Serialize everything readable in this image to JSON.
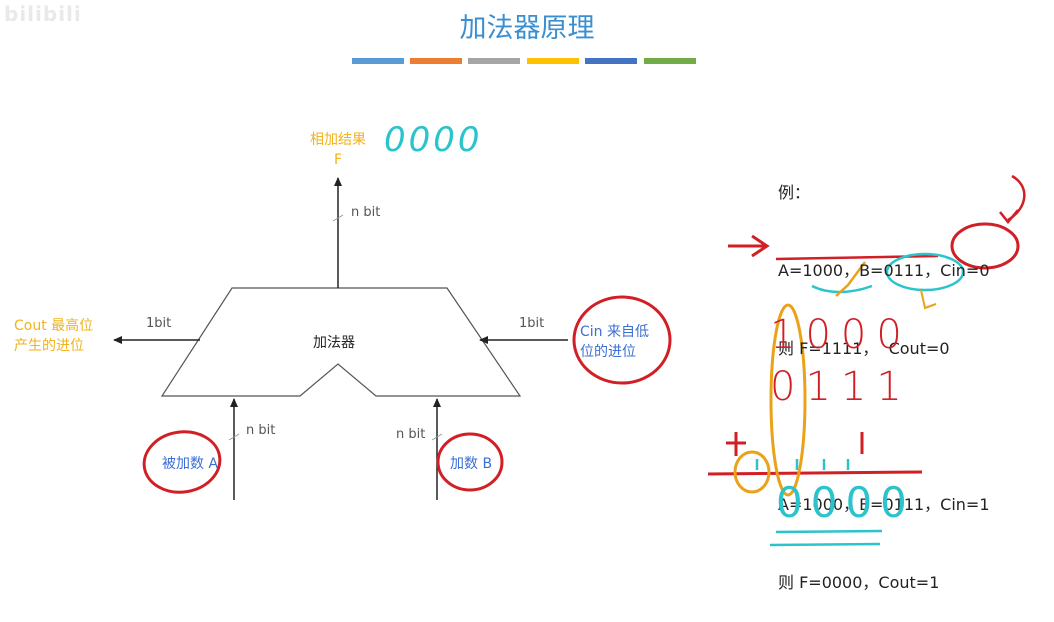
{
  "header": {
    "watermark": "bilibili",
    "title": "加法器原理",
    "bar_colors": [
      "#5b9bd5",
      "#ed7d31",
      "#a5a5a5",
      "#ffc000",
      "#4472c4",
      "#70ad47"
    ]
  },
  "diagram": {
    "block_label": "加法器",
    "output_label_line1": "相加结果",
    "output_label_line2": "F",
    "output_bus": "n bit",
    "left_label_line1": "Cout 最高位",
    "left_label_line2": "产生的进位",
    "left_bus": "1bit",
    "right_label_line1": "Cin 来自低",
    "right_label_line2": "位的进位",
    "right_bus": "1bit",
    "input_a_label": "被加数 A",
    "input_a_bus": "n bit",
    "input_b_label": "加数 B",
    "input_b_bus": "n bit"
  },
  "example": {
    "heading": "例：",
    "line1": "A=1000，B=0111，Cin=0",
    "line2": "则 F=1111，  Cout=0",
    "line3": "A=1000，B=0111，Cin=1",
    "line4": "则 F=0000，Cout=1"
  },
  "handwriting": {
    "output_value": "0000",
    "row1": "1000",
    "row2": "0111",
    "carry_in": "1",
    "plus": "+",
    "result": "0000"
  },
  "colors": {
    "ink_red": "#d11f25",
    "ink_cyan": "#2bc4cc",
    "ink_orange": "#eaa21a",
    "label_yellow": "#f2b21b",
    "label_blue": "#3b6fd4"
  }
}
